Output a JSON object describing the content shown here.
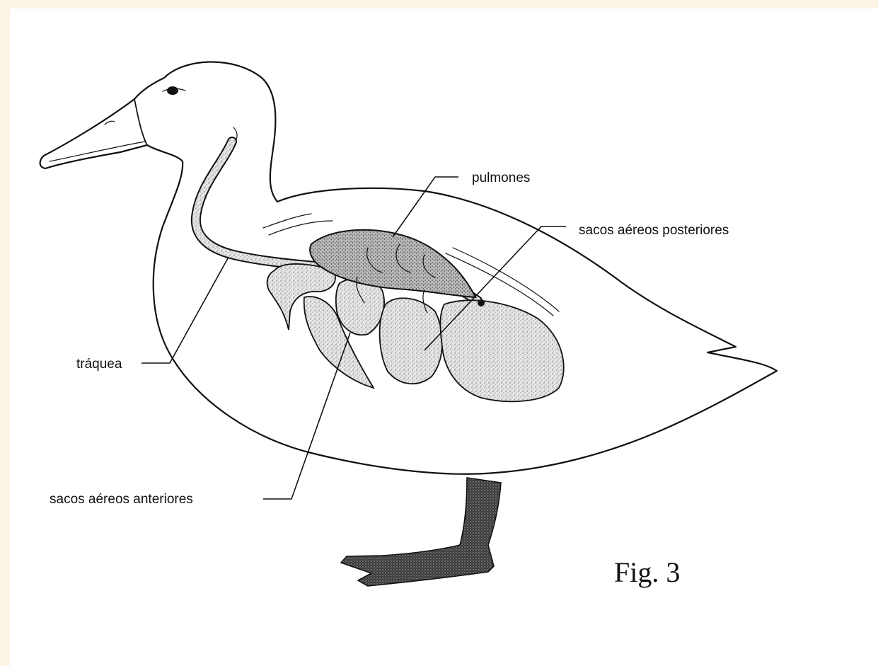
{
  "labels": {
    "pulmones": "pulmones",
    "sacos_posteriores": "sacos aéreos posteriores",
    "traquea": "tráquea",
    "sacos_anteriores": "sacos aéreos anteriores"
  },
  "figure_caption": "Fig. 3",
  "colors": {
    "page_background": "#fdf5e4",
    "panel": "#ffffff",
    "ink": "#111111"
  }
}
